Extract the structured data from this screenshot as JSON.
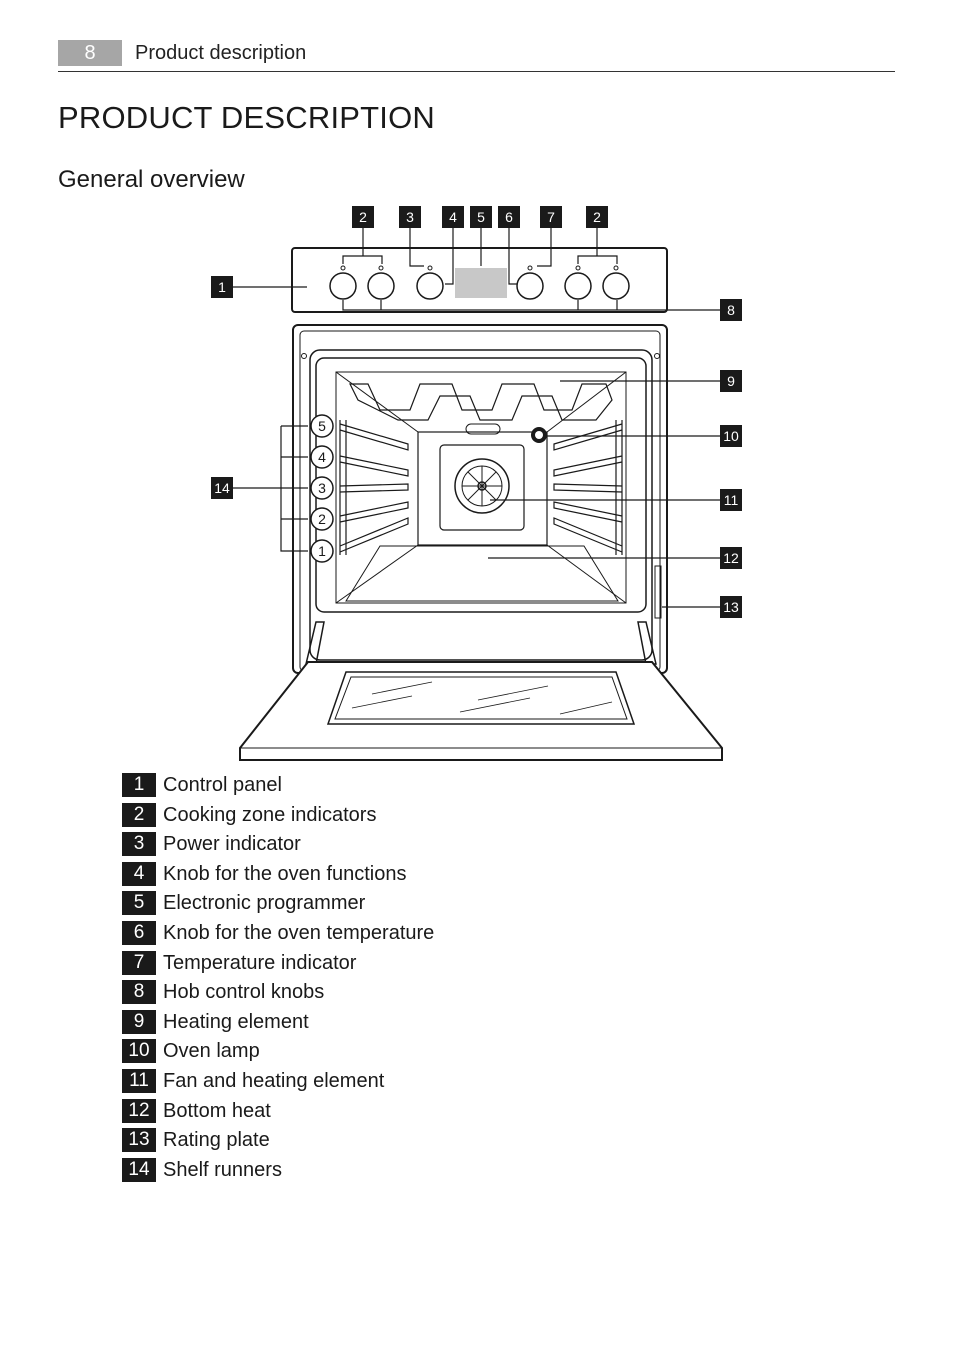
{
  "header": {
    "page_number": "8",
    "section": "Product description"
  },
  "title": "PRODUCT DESCRIPTION",
  "subtitle": "General overview",
  "diagram": {
    "top_callouts": [
      "2",
      "3",
      "4",
      "5",
      "6",
      "7",
      "2"
    ],
    "left_callouts": [
      "1",
      "14"
    ],
    "right_callouts": [
      "8",
      "9",
      "10",
      "11",
      "12",
      "13"
    ],
    "shelf_levels": [
      "5",
      "4",
      "3",
      "2",
      "1"
    ]
  },
  "legend": [
    {
      "num": "1",
      "label": "Control panel"
    },
    {
      "num": "2",
      "label": "Cooking zone indicators"
    },
    {
      "num": "3",
      "label": "Power indicator"
    },
    {
      "num": "4",
      "label": "Knob for the oven functions"
    },
    {
      "num": "5",
      "label": "Electronic programmer"
    },
    {
      "num": "6",
      "label": "Knob for the oven temperature"
    },
    {
      "num": "7",
      "label": "Temperature indicator"
    },
    {
      "num": "8",
      "label": "Hob control knobs"
    },
    {
      "num": "9",
      "label": "Heating element"
    },
    {
      "num": "10",
      "label": "Oven lamp"
    },
    {
      "num": "11",
      "label": "Fan and heating element"
    },
    {
      "num": "12",
      "label": "Bottom heat"
    },
    {
      "num": "13",
      "label": "Rating plate"
    },
    {
      "num": "14",
      "label": "Shelf runners"
    }
  ]
}
